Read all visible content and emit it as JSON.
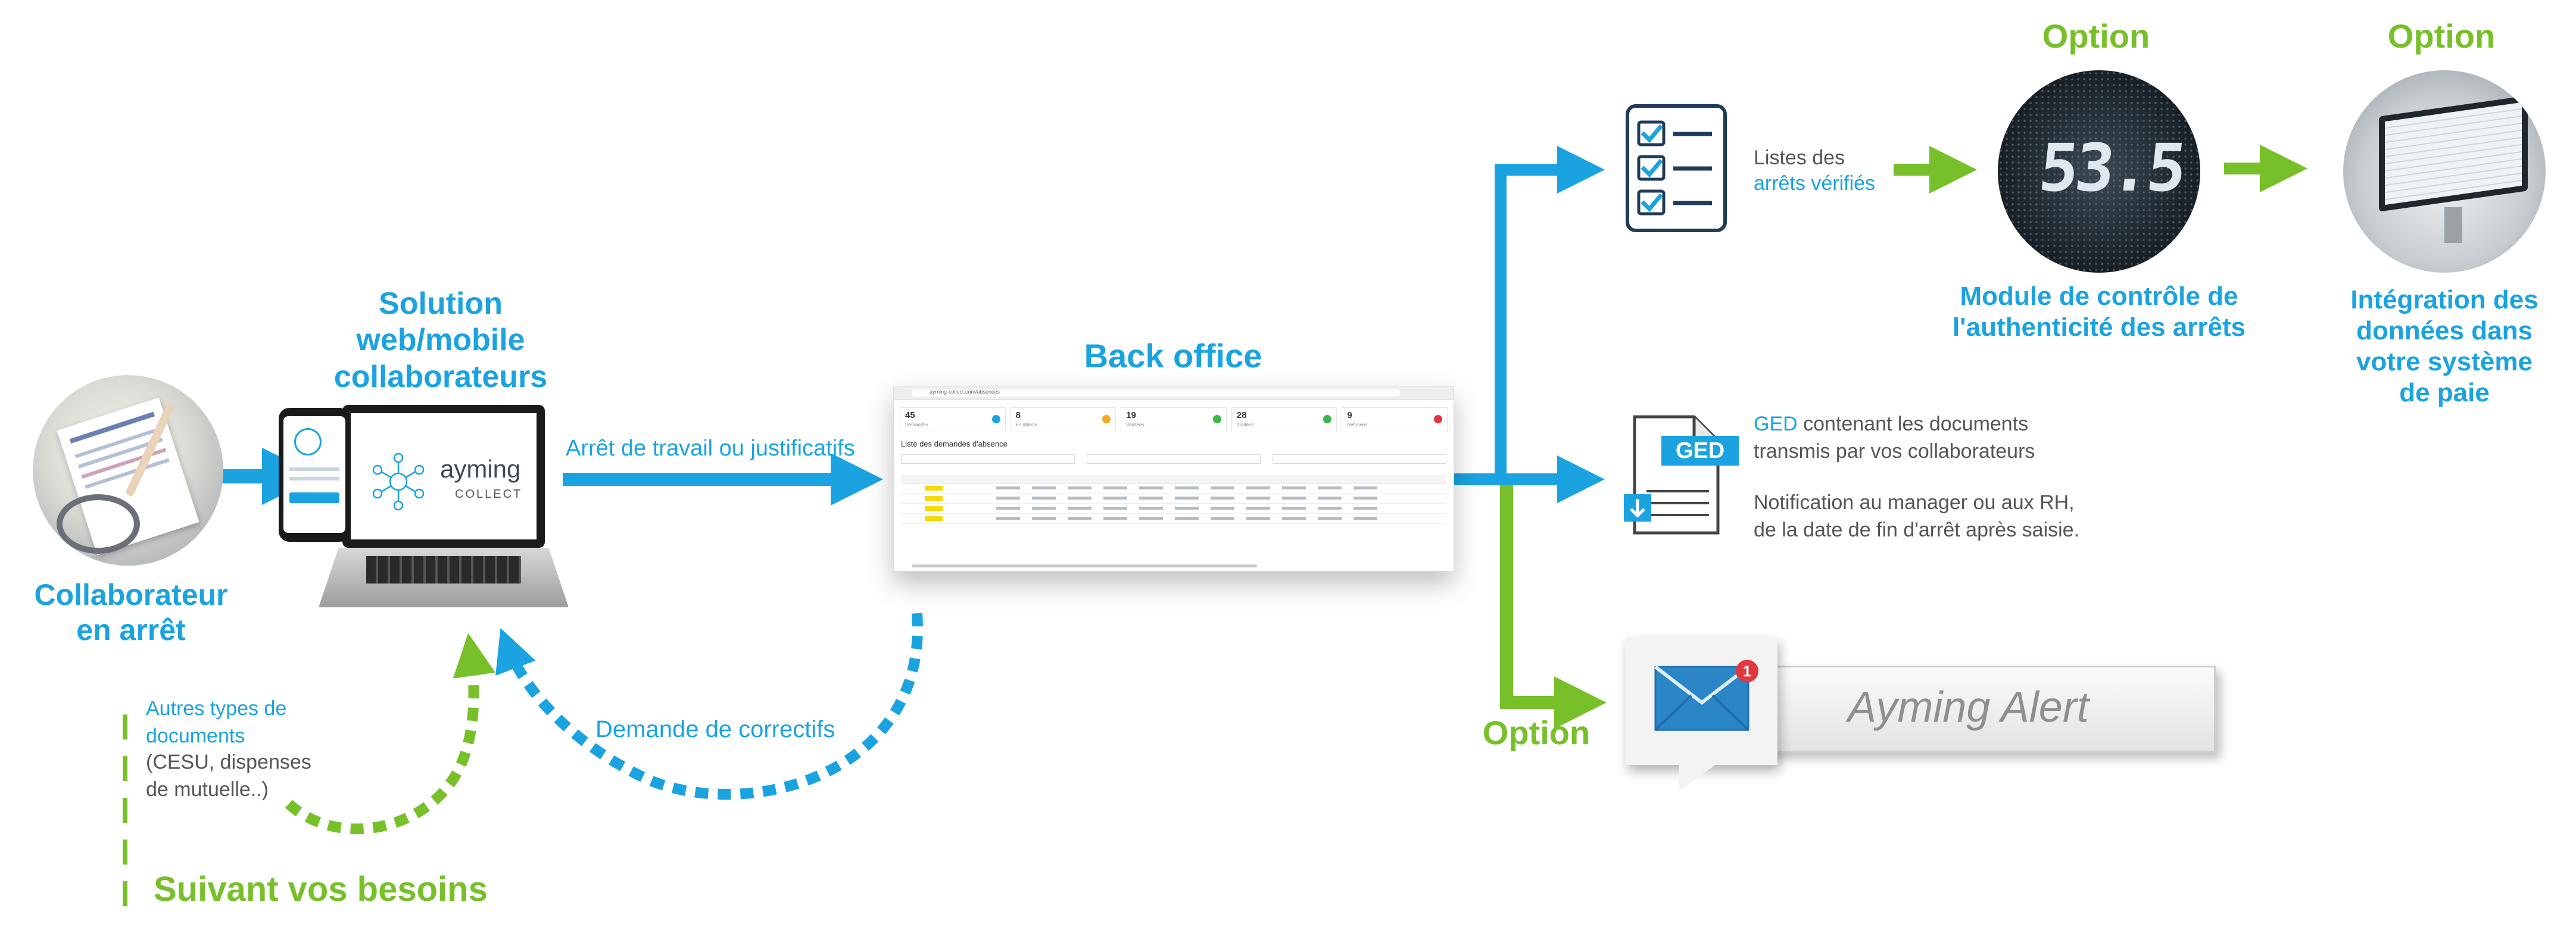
{
  "colors": {
    "blue": "#1aa3e0",
    "green": "#77c02a",
    "gray_text": "#555555",
    "navy": "#1f3b57"
  },
  "collaborator": {
    "title": "Collaborateur\nen arrêt"
  },
  "solution": {
    "title": "Solution\nweb/mobile\ncollaborateurs",
    "logo_name": "ayming",
    "logo_sub": "COLLECT"
  },
  "flow": {
    "arret_label": "Arrêt de travail ou justificatifs",
    "correctifs_label": "Demande de correctifs",
    "autres_blue": "Autres types de\ndocuments",
    "autres_gray": "(CESU, dispenses\nde mutuelle..)",
    "suivant": "Suivant vos besoins"
  },
  "backoffice": {
    "title": "Back office",
    "url": "ayming-collect.com/absences",
    "stats": [
      {
        "value": "45",
        "label": "Demandes",
        "color": "#1aa3e0"
      },
      {
        "value": "8",
        "label": "En attente",
        "color": "#f5a623"
      },
      {
        "value": "19",
        "label": "Validées",
        "color": "#3cb54a"
      },
      {
        "value": "28",
        "label": "Traitées",
        "color": "#3cb54a"
      },
      {
        "value": "9",
        "label": "Refusées",
        "color": "#e0383e"
      }
    ],
    "list_title": "Liste des demandes d'absence"
  },
  "top": {
    "listes_gray": "Listes des",
    "listes_blue": "arrêts vérifiés",
    "option1": "Option",
    "module": "Module de contrôle de\nl'authenticité des arrêts",
    "option2": "Option",
    "integration": "Intégration des\ndonnées dans\nvotre système\nde paie",
    "screen_digits": "53.5"
  },
  "middle": {
    "ged_badge": "GED",
    "ged_blue": "GED",
    "ged_text": " contenant les documents\ntransmis par vos collaborateurs",
    "notification": "Notification au manager ou aux RH,\nde la date de fin d'arrêt après saisie."
  },
  "bottom": {
    "option": "Option",
    "alert_label": "Ayming Alert",
    "alert_count": "1"
  }
}
